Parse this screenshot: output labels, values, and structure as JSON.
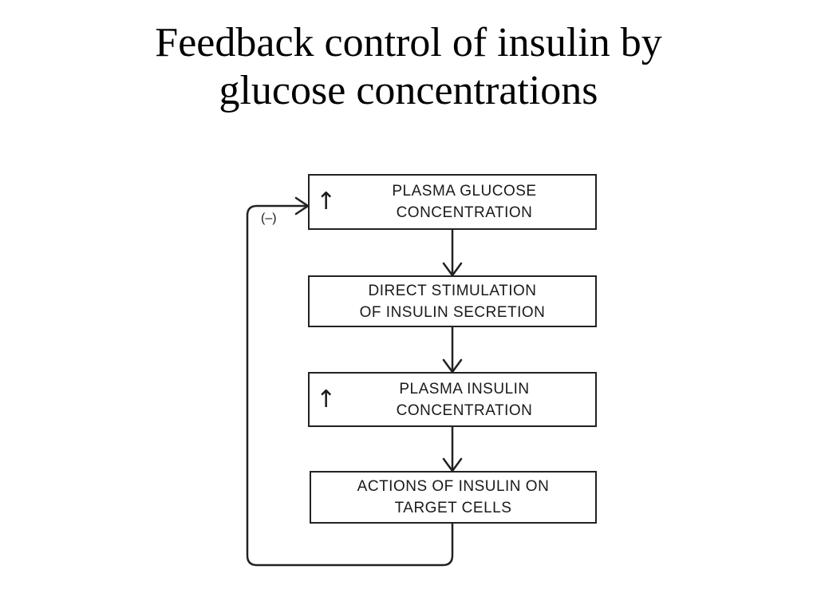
{
  "title": {
    "line1": "Feedback control of insulin by",
    "line2": "glucose concentrations"
  },
  "diagram": {
    "boxes": [
      {
        "line1": "PLASMA GLUCOSE",
        "line2": "CONCENTRATION",
        "indicator": "↑",
        "indicator_icon": "up-arrow-icon"
      },
      {
        "line1": "DIRECT STIMULATION",
        "line2": "OF INSULIN SECRETION"
      },
      {
        "line1": "PLASMA INSULIN",
        "line2": "CONCENTRATION",
        "indicator": "↑",
        "indicator_icon": "up-arrow-icon"
      },
      {
        "line1": "ACTIONS OF INSULIN ON",
        "line2": "TARGET CELLS"
      }
    ],
    "feedback_label": "(–)",
    "stroke_color": "#222222"
  }
}
